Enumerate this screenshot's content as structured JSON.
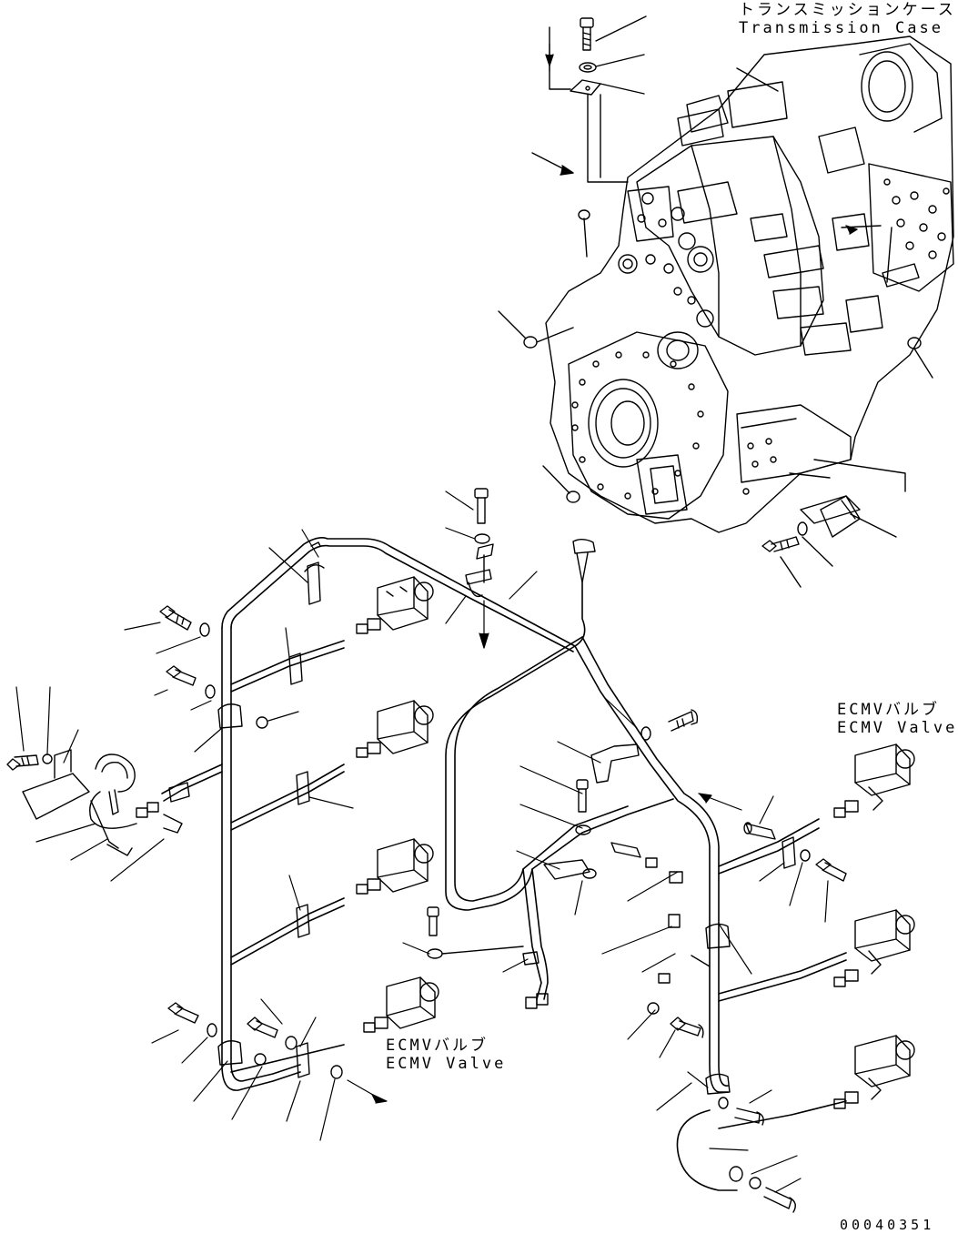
{
  "labels": {
    "transmission_case_jp": "トランスミッションケース",
    "transmission_case_en": "Transmission Case",
    "ecmv_right_jp": "ECMVバルブ",
    "ecmv_right_en": "ECMV Valve",
    "ecmv_mid_jp": "ECMVバルブ",
    "ecmv_mid_en": "ECMV Valve",
    "drawing_code": "00040351"
  },
  "colors": {
    "ink": "#000000",
    "paper": "#ffffff"
  }
}
